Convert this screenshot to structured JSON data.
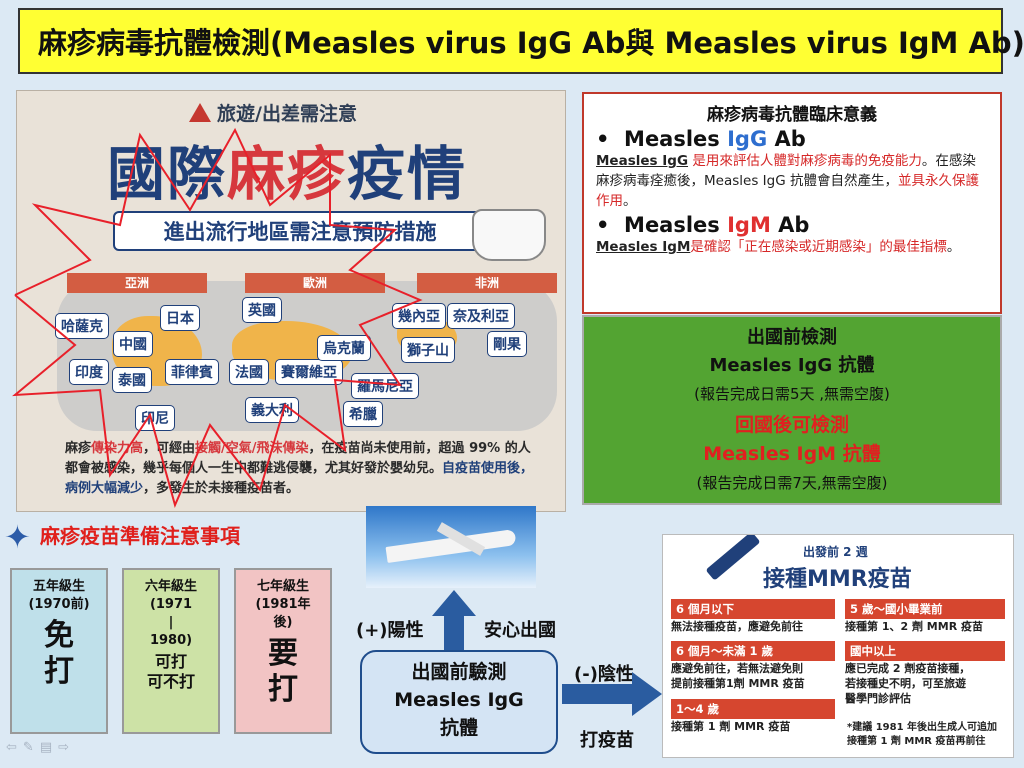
{
  "banner": {
    "title": "麻疹病毒抗體檢測(Measles virus IgG Ab與 Measles virus IgM Ab)"
  },
  "poster": {
    "warning": "旅遊/出差需注意",
    "headline_prefix": "國際",
    "headline_red": "麻疹",
    "headline_suffix": "疫情",
    "subheading": "進出流行地區需注意預防措施",
    "regions": [
      "亞洲",
      "歐洲",
      "非洲"
    ],
    "countries": {
      "kazakhstan": "哈薩克",
      "china": "中國",
      "japan": "日本",
      "india": "印度",
      "thailand": "泰國",
      "philippines": "菲律賓",
      "indonesia": "印尼",
      "uk": "英國",
      "france": "法國",
      "serbia": "賽爾維亞",
      "ukraine": "烏克蘭",
      "romania": "羅馬尼亞",
      "italy": "義大利",
      "greece": "希臘",
      "guinea": "幾內亞",
      "nigeria": "奈及利亞",
      "lion": "獅子山",
      "congo": "剛果"
    },
    "text_1a": "麻疹",
    "text_1b": "傳染力高",
    "text_1c": "，可經由",
    "text_1d": "接觸/空氣/飛沫傳染",
    "text_1e": "，在疫苗尚未使用前，超過 99% 的人都會被感染，幾乎每個人一生中都難逃侵襲，尤其好發於嬰幼兒。",
    "text_2a": "自疫苗使用後，病例大幅減少",
    "text_2b": "，多發生於未接種疫苗者。"
  },
  "clinical": {
    "title": "麻疹病毒抗體臨床意義",
    "igg_pre": "Measles ",
    "igg_mid": "IgG",
    "igg_post": " Ab",
    "igg_term": "Measles IgG",
    "igg_red": " 是用來評估人體對麻疹病毒的免疫能力",
    "igg_black": "。在感染麻疹病毒痊癒後，Measles IgG 抗體會自然產生，",
    "igg_red2": "並具永久保護作用",
    "igg_end": "。",
    "igm_pre": "Measles ",
    "igm_mid": "IgM",
    "igm_post": " Ab",
    "igm_term": "Measles IgM",
    "igm_red": "是確認「正在感染或近期感染」的最佳指標",
    "igm_end": "。"
  },
  "green": {
    "l1": "出國前檢測",
    "l2": "Measles IgG 抗體",
    "l3": "(報告完成日需5天 ,無需空腹)",
    "l4": "回國後可檢測",
    "l5": "Measles IgM 抗體",
    "l6": "(報告完成日需7天,無需空腹)"
  },
  "vaccine": {
    "title": "麻疹疫苗準備注意事項",
    "box1": {
      "small1": "五年級生",
      "small2": "(1970前)",
      "big1": "免",
      "big2": "打"
    },
    "box2": {
      "small1": "六年級生",
      "small2": "(1971",
      "small3": "|",
      "small4": "1980)",
      "mid1": "可打",
      "mid2": "可不打"
    },
    "box3": {
      "small1": "七年級生",
      "small2": "(1981年",
      "small3": "後)",
      "big1": "要",
      "big2": "打"
    }
  },
  "flow": {
    "positive": "(+)陽性",
    "safe": "安心出國",
    "negative": "(-)陰性",
    "vaccinate": "打疫苗",
    "center1": "出國前驗測",
    "center2": "Measles IgG",
    "center3": "抗體"
  },
  "mmr": {
    "sub": "出發前 2 週",
    "title": "接種MMR疫苗",
    "s1_head": "6 個月以下",
    "s1_text": "無法接種疫苗，應避免前往",
    "s2_head": "6 個月～未滿 1 歲",
    "s2_text1": "應避免前往，若無法避免則",
    "s2_text2": "提前接種第1劑 MMR 疫苗",
    "s3_head": "1～4 歲",
    "s3_text": "接種第 1 劑 MMR 疫苗",
    "s4_head": "5 歲～國小畢業前",
    "s4_text": "接種第 1、2 劑 MMR 疫苗",
    "s5_head": "國中以上",
    "s5_text1": "應已完成 2 劑疫苗接種，",
    "s5_text2": "若接種史不明，可至旅遊",
    "s5_text3": "醫學門診評估",
    "note1": "*建議 1981 年後出生成人可追加",
    "note2": "接種第 1 劑 MMR 疫苗再前往"
  },
  "colors": {
    "accent_red": "#e0201c",
    "navy": "#20407a",
    "green": "#53a432",
    "banner": "#ffff33"
  }
}
